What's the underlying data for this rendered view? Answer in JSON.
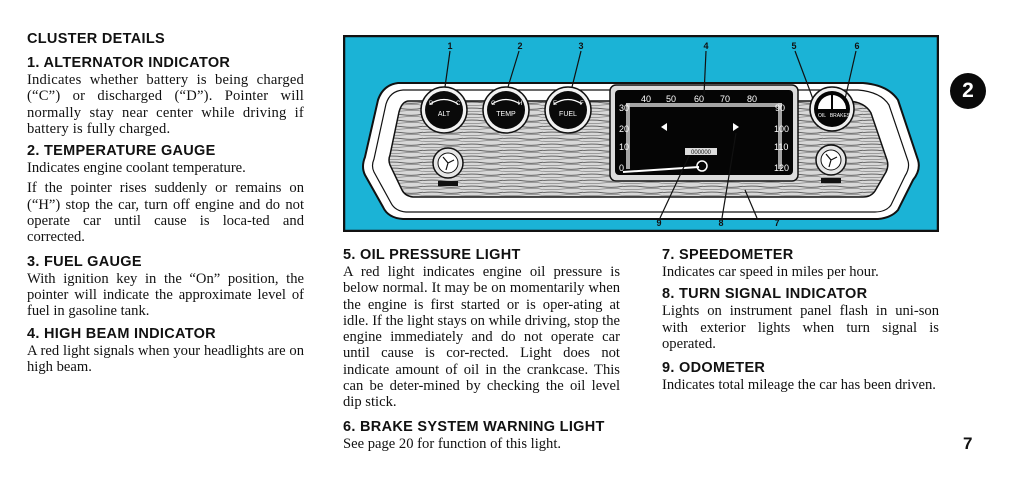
{
  "page": {
    "chapter_badge": "2",
    "page_number": "7"
  },
  "section_title": "CLUSTER DETAILS",
  "items": [
    {
      "heading": "1. ALTERNATOR INDICATOR",
      "paragraphs": [
        "Indicates whether battery is being charged (“C”) or discharged (“D”). Pointer will normally stay near center while driving if battery is fully charged."
      ]
    },
    {
      "heading": "2. TEMPERATURE GAUGE",
      "paragraphs": [
        "Indicates engine coolant temperature.",
        "If the pointer rises suddenly or remains on (“H”) stop the car, turn off engine and do not operate car until cause is loca-ted and corrected."
      ]
    },
    {
      "heading": "3. FUEL GAUGE",
      "paragraphs": [
        "With ignition key in the “On” position, the pointer will indicate the approximate level of fuel in gasoline tank."
      ]
    },
    {
      "heading": "4. HIGH BEAM INDICATOR",
      "paragraphs": [
        "A red light signals when your headlights are on high beam."
      ]
    },
    {
      "heading": "5. OIL PRESSURE LIGHT",
      "paragraphs": [
        "A red light indicates engine oil pressure is below normal. It may be on momentarily when the engine is first started or is oper-ating at idle. If the light stays on while driving, stop the engine immediately and do not operate car until cause is cor-rected. Light does not indicate amount of oil in the crankcase. This can be deter-mined by checking the oil level dip stick."
      ]
    },
    {
      "heading": "6. BRAKE SYSTEM WARNING LIGHT",
      "paragraphs": [
        "See page 20 for function of this light."
      ]
    },
    {
      "heading": "7. SPEEDOMETER",
      "paragraphs": [
        "Indicates car speed in miles per hour."
      ]
    },
    {
      "heading": "8. TURN SIGNAL INDICATOR",
      "paragraphs": [
        "Lights on instrument panel flash in uni-son with exterior lights when turn signal is operated."
      ]
    },
    {
      "heading": "9. ODOMETER",
      "paragraphs": [
        "Indicates total mileage the car has been driven."
      ]
    }
  ],
  "figure": {
    "background_color": "#1bb3d6",
    "callouts": [
      "1",
      "2",
      "3",
      "4",
      "5",
      "6",
      "7",
      "8",
      "9"
    ],
    "gauges": {
      "alt": {
        "label": "ALT",
        "left": "D",
        "right": "C"
      },
      "temp": {
        "label": "TEMP",
        "left": "C",
        "right": "H"
      },
      "fuel": {
        "label": "FUEL",
        "left": "E",
        "right": "F"
      }
    },
    "speedometer": {
      "ticks": [
        "0",
        "10",
        "20",
        "30",
        "40",
        "50",
        "60",
        "70",
        "80",
        "90",
        "100",
        "110",
        "120"
      ],
      "odometer": "000000"
    },
    "warning_lights": {
      "oil": "OIL",
      "brakes": "BRAKES"
    }
  }
}
